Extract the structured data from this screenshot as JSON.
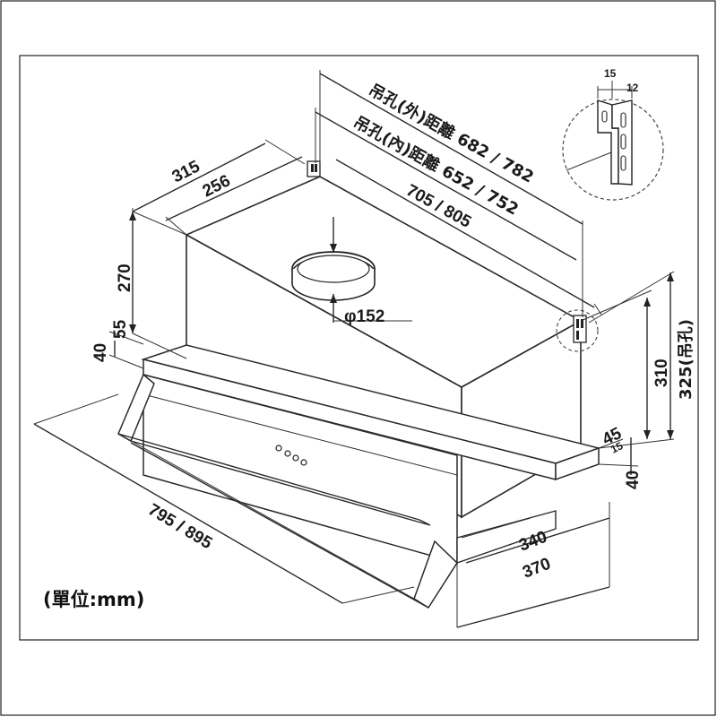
{
  "unit_note": "(單位:mm)",
  "dimensions": {
    "outer_hole_spacing": "吊孔(外)距離 682 / 782",
    "inner_hole_spacing": "吊孔(內)距離 652 / 752",
    "body_width": "705 / 805",
    "overall_width": "795 / 895",
    "overall_depth": "315",
    "body_depth": "256",
    "body_height": "270",
    "front_offset": "55",
    "front_lip": "40",
    "duct_diameter": "φ152",
    "height_body": "310",
    "height_hanging": "325(吊孔)",
    "side_offset": "45",
    "side_step": "15",
    "front_height": "40",
    "panel_depth_inner": "340",
    "panel_depth_outer": "370"
  },
  "bracket_detail": {
    "left_width": "15",
    "right_width": "12"
  }
}
